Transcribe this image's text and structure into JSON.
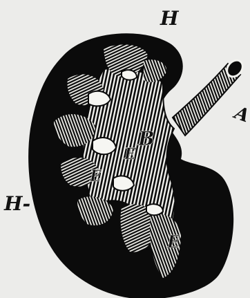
{
  "figure": {
    "background": "#ececea",
    "ink": "#0b0b0b",
    "hatch_color": "#f2f2ee",
    "labels": [
      {
        "id": "H-top",
        "text": "H"
      },
      {
        "id": "A",
        "text": "A"
      },
      {
        "id": "B",
        "text": "B"
      },
      {
        "id": "E-1",
        "text": "E"
      },
      {
        "id": "E-2",
        "text": "E"
      },
      {
        "id": "E-3",
        "text": "E"
      },
      {
        "id": "H-left",
        "text": "H-"
      }
    ]
  }
}
